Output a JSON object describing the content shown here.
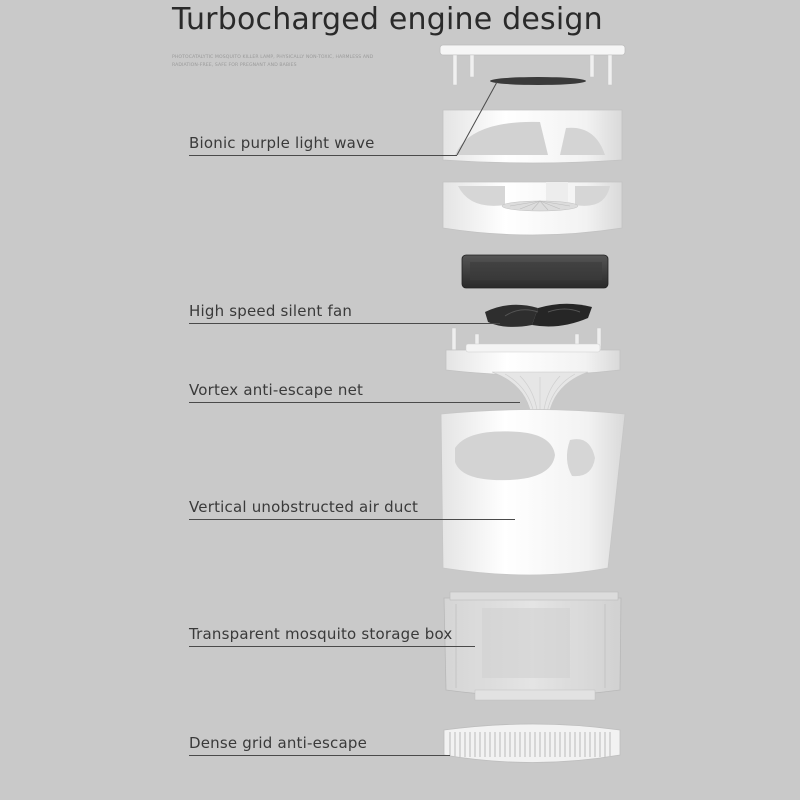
{
  "title": "Turbocharged engine design",
  "subtitle": "PHOTOCATALYTIC MOSQUITO KILLER LAMP, PHYSICALLY NON-TOXIC, HARMLESS AND RADIATION-FREE, SAFE FOR PREGNANT AND BABIES",
  "callouts": [
    {
      "label": "Bionic purple light wave"
    },
    {
      "label": "High speed silent fan"
    },
    {
      "label": "Vortex anti-escape net"
    },
    {
      "label": "Vertical unobstructed air duct"
    },
    {
      "label": "Transparent mosquito storage box"
    },
    {
      "label": "Dense grid anti-escape"
    }
  ],
  "colors": {
    "background": "#c9c9c9",
    "part_white": "#f4f4f4",
    "part_shadow": "#d8d8d8",
    "fan_dark": "#2e2e2e"
  }
}
